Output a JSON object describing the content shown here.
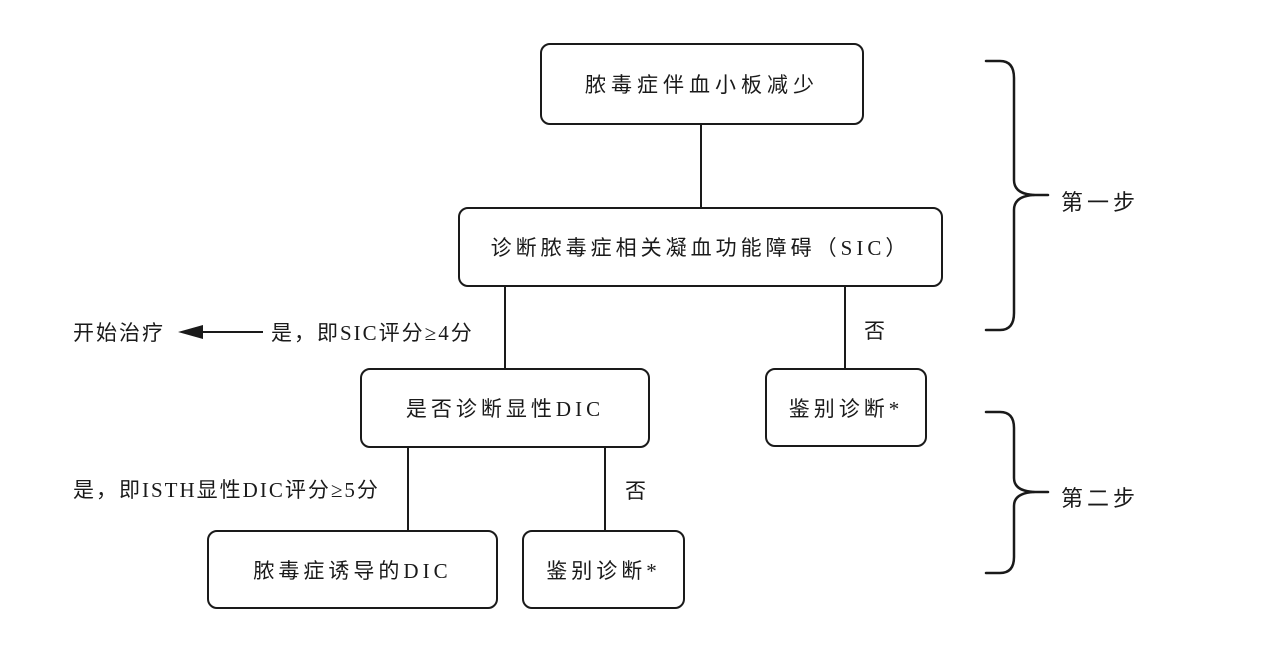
{
  "flowchart": {
    "nodes": {
      "sepsis_thrombocytopenia": "脓毒症伴血小板减少",
      "diagnose_sic": "诊断脓毒症相关凝血功能障碍（SIC）",
      "overt_dic_question": "是否诊断显性DIC",
      "differential_diagnosis_1": "鉴别诊断*",
      "sepsis_induced_dic": "脓毒症诱导的DIC",
      "differential_diagnosis_2": "鉴别诊断*"
    },
    "edge_labels": {
      "start_treatment": "开始治疗",
      "sic_yes": "是，即SIC评分≥4分",
      "sic_no": "否",
      "isth_yes": "是，即ISTH显性DIC评分≥5分",
      "overt_dic_no": "否"
    },
    "steps": {
      "step1": "第一步",
      "step2": "第二步"
    },
    "colors": {
      "line": "#1a1a1a",
      "text": "#1a1a1a",
      "background": "#ffffff"
    }
  }
}
